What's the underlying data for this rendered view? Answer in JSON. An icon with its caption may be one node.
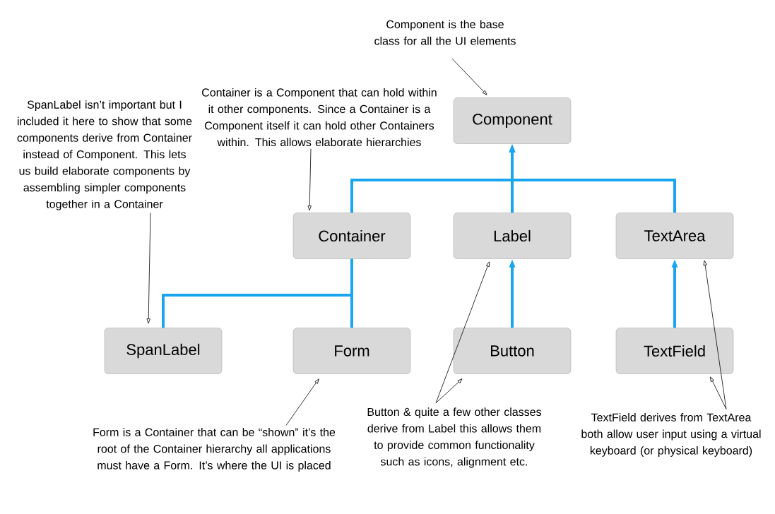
{
  "diagram": {
    "nodes": [
      {
        "text": [
          "Component"
        ]
      },
      {
        "text": [
          "Container"
        ]
      },
      {
        "text": [
          "Label"
        ]
      },
      {
        "text": [
          "TextArea"
        ]
      },
      {
        "text": [
          "SpanLabel"
        ]
      },
      {
        "text": [
          "Form"
        ]
      },
      {
        "text": [
          "Button"
        ]
      },
      {
        "text": [
          "TextField"
        ]
      },
      {
        "text": [
          "Component is the base class for all the UI elements"
        ]
      },
      {
        "text": [
          "Container is a Component that can hold within it other components. Since a Container is a Component itself it can hold other Containers within. This allows elaborate hierarchies"
        ]
      },
      {
        "text": [
          "SpanLabel isn’t important but I included it here to show that some components derive from Container instead of Component. This lets us build elaborate components by assembling simpler components together in a Container"
        ]
      },
      {
        "text": [
          "Form is a Container that can be “shown” it’s the root of the Container hierarchy all applications must have a Form. It’s where the UI is placed"
        ]
      },
      {
        "text": [
          "Button & quite a few other classes derive from Label this allows them to provide common functionality such as icons, alignment etc."
        ]
      },
      {
        "text": [
          "TextField derives from TextArea both allow user input using a virtual keyboard (or physical keyboard)"
        ]
      }
    ],
    "edges": [
      {
        "from": 1,
        "to": 0,
        "arrow": "to",
        "style": "thick",
        "color": "#1aa6ef"
      },
      {
        "from": 2,
        "to": 0,
        "arrow": "to",
        "style": "thick",
        "color": "#1aa6ef"
      },
      {
        "from": 3,
        "to": 0,
        "arrow": "to",
        "style": "thick",
        "color": "#1aa6ef"
      },
      {
        "from": 4,
        "to": 1,
        "arrow": "none",
        "style": "thick",
        "color": "#1aa6ef"
      },
      {
        "from": 5,
        "to": 1,
        "arrow": "none",
        "style": "thick",
        "color": "#1aa6ef"
      },
      {
        "from": 6,
        "to": 2,
        "arrow": "to",
        "style": "thick",
        "color": "#1aa6ef"
      },
      {
        "from": 7,
        "to": 3,
        "arrow": "to",
        "style": "thick",
        "color": "#1aa6ef"
      },
      {
        "from": 8,
        "to": 0,
        "arrow": "to"
      },
      {
        "from": 9,
        "to": 1,
        "arrow": "to"
      },
      {
        "from": 10,
        "to": 4,
        "arrow": "to"
      },
      {
        "from": 11,
        "to": 5,
        "arrow": "to"
      },
      {
        "from": 12,
        "to": 2,
        "arrow": "to"
      },
      {
        "from": 12,
        "to": 6,
        "arrow": "to"
      },
      {
        "from": 13,
        "to": 3,
        "arrow": "to"
      },
      {
        "from": 13,
        "to": 7,
        "arrow": "to"
      }
    ]
  }
}
